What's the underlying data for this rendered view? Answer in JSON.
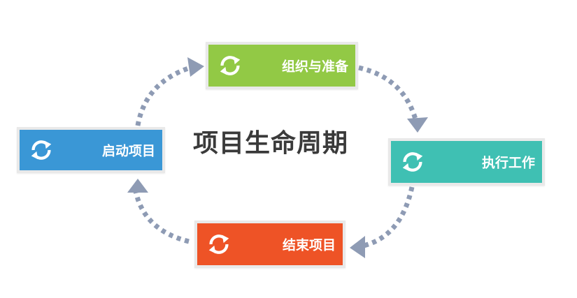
{
  "title": "项目生命周期",
  "stages": [
    {
      "label": "启动项目",
      "color": "#3a97d6",
      "icon": "refresh-icon"
    },
    {
      "label": "组织与准备",
      "color": "#92c945",
      "icon": "refresh-icon"
    },
    {
      "label": "执行工作",
      "color": "#3fc0b3",
      "icon": "refresh-icon"
    },
    {
      "label": "结束项目",
      "color": "#ee5326",
      "icon": "refresh-icon"
    }
  ],
  "arrow_color": "#8e9bb4"
}
